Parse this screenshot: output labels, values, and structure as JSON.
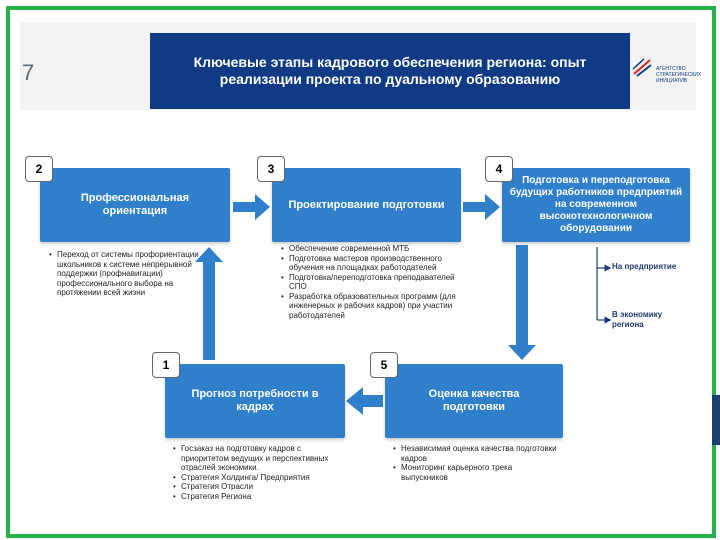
{
  "slide": {
    "number": "7",
    "title_line1": "Ключевые этапы кадрового обеспечения региона: опыт",
    "title_line2": "реализации проекта по дуальному образованию"
  },
  "logo": {
    "text": "АГЕНТСТВО СТРАТЕГИЧЕСКИХ ИНИЦИАТИВ"
  },
  "stages": {
    "s2": {
      "num": "2",
      "label": "Профессиональная ориентация"
    },
    "s3": {
      "num": "3",
      "label": "Проектирование подготовки"
    },
    "s4": {
      "num": "4",
      "label": "Подготовка и переподготовка будущих работников предприятий на современном высокотехнологичном оборудовании"
    },
    "s1": {
      "num": "1",
      "label": "Прогноз потребности в кадрах"
    },
    "s5": {
      "num": "5",
      "label": "Оценка качества подготовки"
    }
  },
  "bullets": {
    "s2": [
      "Переход от системы профориентации школьников к системе непрерывной поддержки (профнавигации) профессионального выбора на протяжении всей жизни"
    ],
    "s3": [
      "Обеспечение современной МТБ",
      "Подготовка мастеров производственного обучения на площадках работодателей",
      "Подготовка/переподготовка преподавателей СПО",
      "Разработка образовательных программ (для инженерных и рабочих кадров) при участии работодателей"
    ],
    "s1": [
      "Госзаказ на подготовку кадров с приоритетом ведущих и перспективных отраслей экономики.",
      "Стратегия Холдинга/ Предприятия",
      "Стратегия Отрасли",
      "Стратегия Региона"
    ],
    "s5": [
      "Независимая оценка качества подготовки кадров",
      "Мониторинг карьерного трека выпускников"
    ]
  },
  "outputs": {
    "enterprise": "На предприятие",
    "economy": "В экономику региона"
  },
  "colors": {
    "frame": "#27b34a",
    "title_band": "#103a84",
    "box": "#2f7fcb",
    "arrow": "#2f7fcb"
  }
}
